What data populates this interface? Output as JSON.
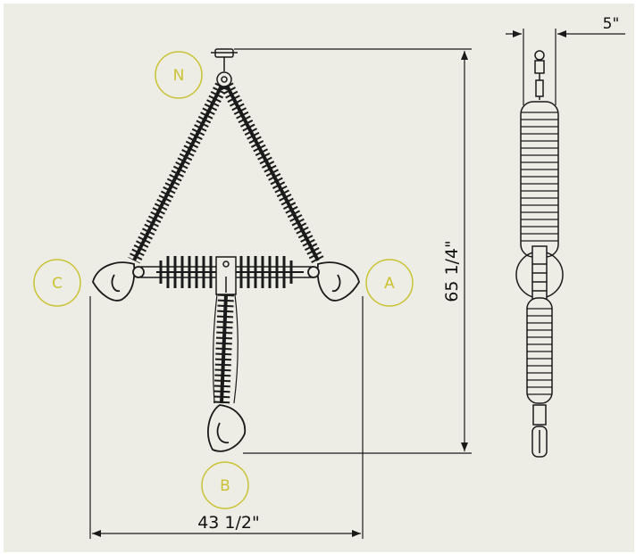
{
  "drawing": {
    "background_color": "#eeede5",
    "frame_color": "#ffffff",
    "line_color": "#1a1a1a",
    "balloon_color": "#c9c233"
  },
  "balloons": {
    "n": "N",
    "c": "C",
    "a": "A",
    "b": "B"
  },
  "dimensions": {
    "height": "65 1/4\"",
    "width": "43 1/2\"",
    "depth": "5\""
  }
}
